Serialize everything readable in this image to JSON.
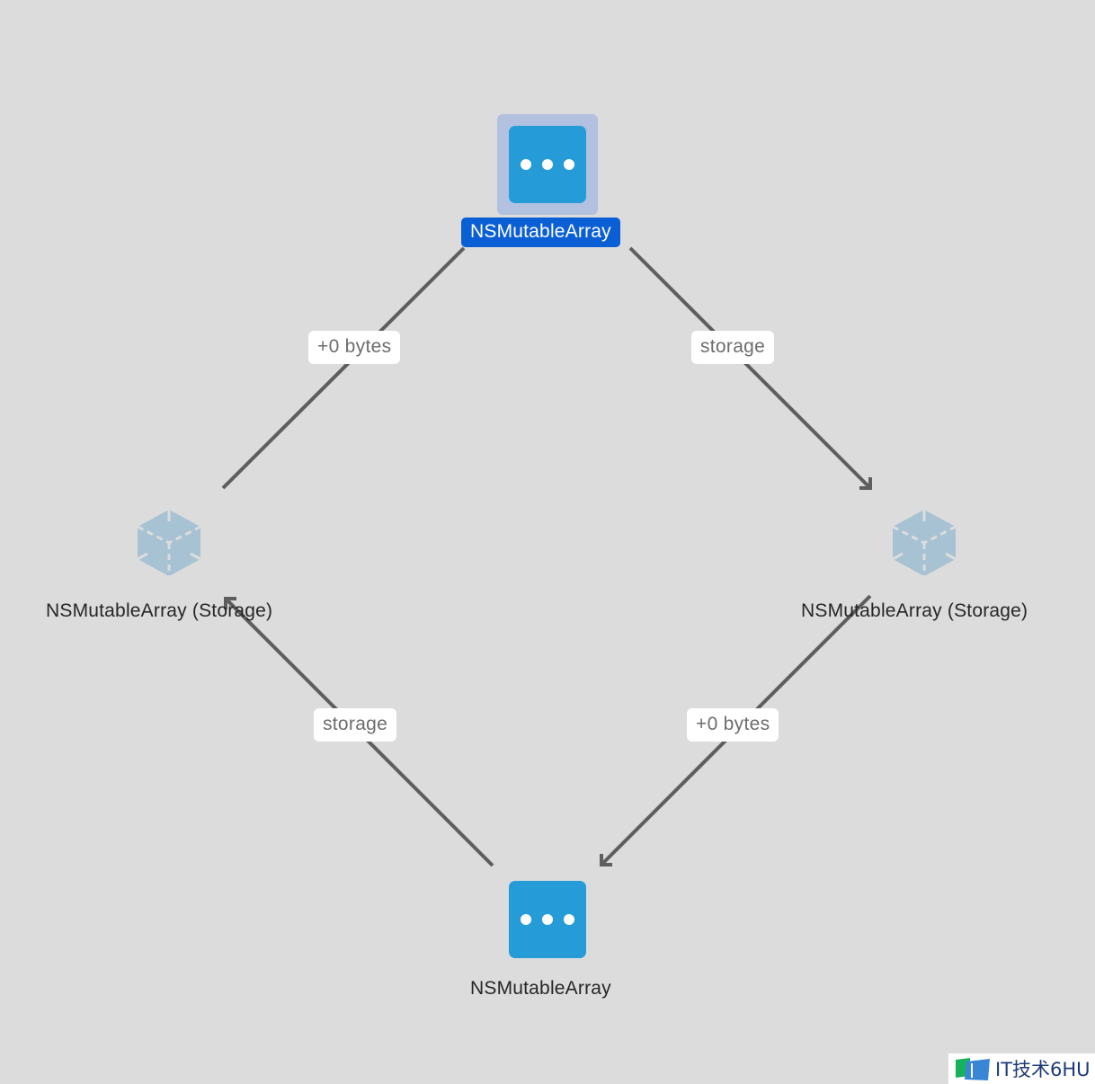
{
  "nodes": [
    {
      "id": "top",
      "label": "NSMutableArray",
      "kind": "object",
      "selected": true,
      "icon": "ellipsis-tile-icon"
    },
    {
      "id": "left",
      "label": "NSMutableArray (Storage)",
      "kind": "storage",
      "selected": false,
      "icon": "cube-icon"
    },
    {
      "id": "right",
      "label": "NSMutableArray (Storage)",
      "kind": "storage",
      "selected": false,
      "icon": "cube-icon"
    },
    {
      "id": "bottom",
      "label": "NSMutableArray",
      "kind": "object",
      "selected": false,
      "icon": "ellipsis-tile-icon"
    }
  ],
  "edges": [
    {
      "from": "left",
      "to": "top",
      "label": "+0 bytes",
      "arrow": false
    },
    {
      "from": "top",
      "to": "right",
      "label": "storage",
      "arrow": true
    },
    {
      "from": "bottom",
      "to": "left",
      "label": "storage",
      "arrow": true
    },
    {
      "from": "right",
      "to": "bottom",
      "label": "+0 bytes",
      "arrow": true
    }
  ],
  "colors": {
    "background": "#dcdcdc",
    "tile": "#259cd8",
    "selection_halo": "#b2c1e0",
    "selected_label": "#0a5fd4",
    "edge": "#5e5e5e",
    "cube": "#a7c2d3"
  },
  "watermark": {
    "text": "IT技术6HU"
  }
}
